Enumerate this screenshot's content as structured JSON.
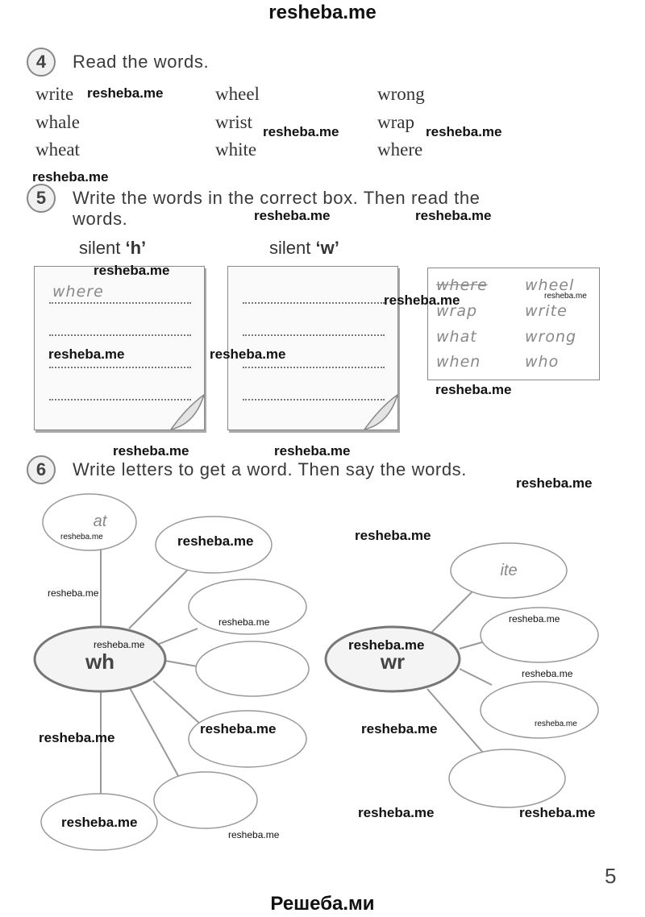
{
  "header": {
    "site": "resheba.me",
    "footer": "Решеба.ми"
  },
  "watermark": {
    "text": "resheba.me"
  },
  "ex4": {
    "number": "4",
    "instruction": "Read the words.",
    "words": [
      "write",
      "wheel",
      "wrong",
      "whale",
      "wrist",
      "wrap",
      "wheat",
      "white",
      "where"
    ]
  },
  "ex5": {
    "number": "5",
    "instruction_line1": "Write the words in the correct box. Then read the",
    "instruction_line2": "words.",
    "silent_word": "silent",
    "silent_h": "‘h’",
    "silent_w": "‘w’",
    "example_answer": "where",
    "bank": [
      "where",
      "wheel",
      "wrap",
      "write",
      "what",
      "wrong",
      "when",
      "who"
    ]
  },
  "ex6": {
    "number": "6",
    "instruction": "Write letters to get a word. Then say the words.",
    "left_center": "wh",
    "left_example": "at",
    "right_center": "wr",
    "right_example": "ite"
  },
  "page_number": "5"
}
